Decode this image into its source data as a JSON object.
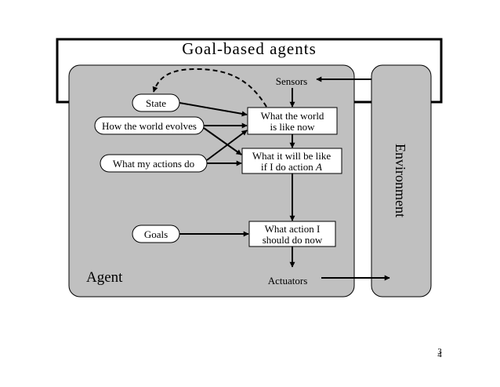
{
  "title": "Goal-based agents",
  "page_number": "3",
  "page_number_overlay": "4",
  "agent_label": "Agent",
  "environment_label": "Environment",
  "labels": {
    "sensors": "Sensors",
    "actuators": "Actuators"
  },
  "inputs": {
    "state": "State",
    "world_evolves": "How the world evolves",
    "actions_do": "What my actions do",
    "goals": "Goals"
  },
  "boxes": {
    "world_now_line1": "What the world",
    "world_now_line2": "is like now",
    "will_be_line1": "What it will be like",
    "will_be_line2_prefix": "if I do action ",
    "will_be_line2_var": "A",
    "action_line1": "What action I",
    "action_line2": "should do now"
  },
  "colors": {
    "panel_fill": "#c0c0c0",
    "stroke": "#000000",
    "background": "#ffffff"
  }
}
